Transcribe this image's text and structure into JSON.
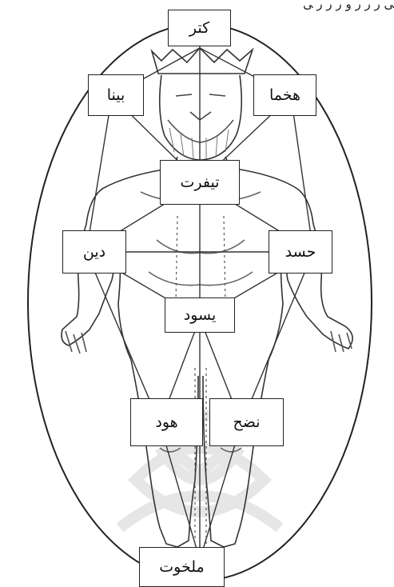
{
  "caption": "ﯽ ﺭ ﺭ ﺭ ﻭ ﺭ ﺭ ﺭ ﯽ",
  "labels": {
    "keter": "کتر",
    "binah": "بینا",
    "chokhmah": "هخما",
    "tiferet": "تیفرت",
    "din": "دین",
    "chesed": "حسد",
    "yesod": "یسود",
    "hod": "هود",
    "netzach": "نضح",
    "malkhut": "ملخوت"
  }
}
